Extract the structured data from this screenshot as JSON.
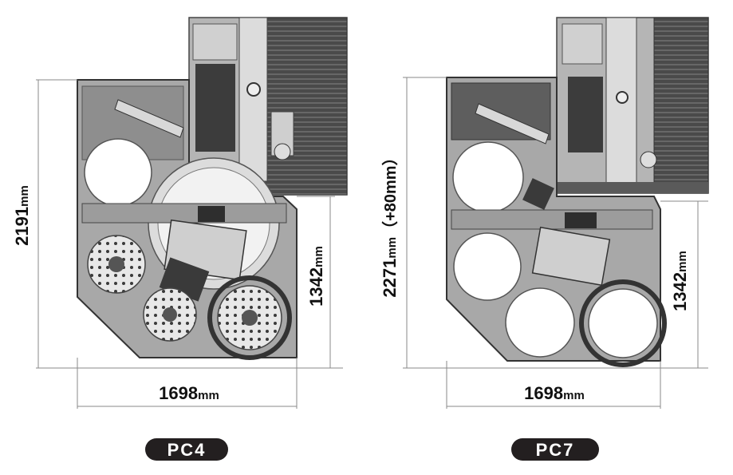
{
  "figures": [
    {
      "model": "PC4",
      "height_label": "2191",
      "height_note": "",
      "width_label": "1698",
      "side_label": "1342",
      "unit": "mm",
      "bowls": [
        "parts-feeder",
        "parts-feeder",
        "parts-feeder",
        "blank-disc",
        "blank-disc"
      ]
    },
    {
      "model": "PC7",
      "height_label": "2271",
      "height_note": "（+80mm）",
      "width_label": "1698",
      "side_label": "1342",
      "unit": "mm",
      "bowls": [
        "blank-disc",
        "blank-disc",
        "blank-disc",
        "blank-disc"
      ]
    }
  ],
  "colors": {
    "frame": "#5a5a5a",
    "panel": "#9a9a9a",
    "light_panel": "#c8c8c8",
    "dark": "#2b2b2b",
    "badge": "#231f20",
    "badge_text": "#ffffff",
    "dim_line": "#888888"
  }
}
